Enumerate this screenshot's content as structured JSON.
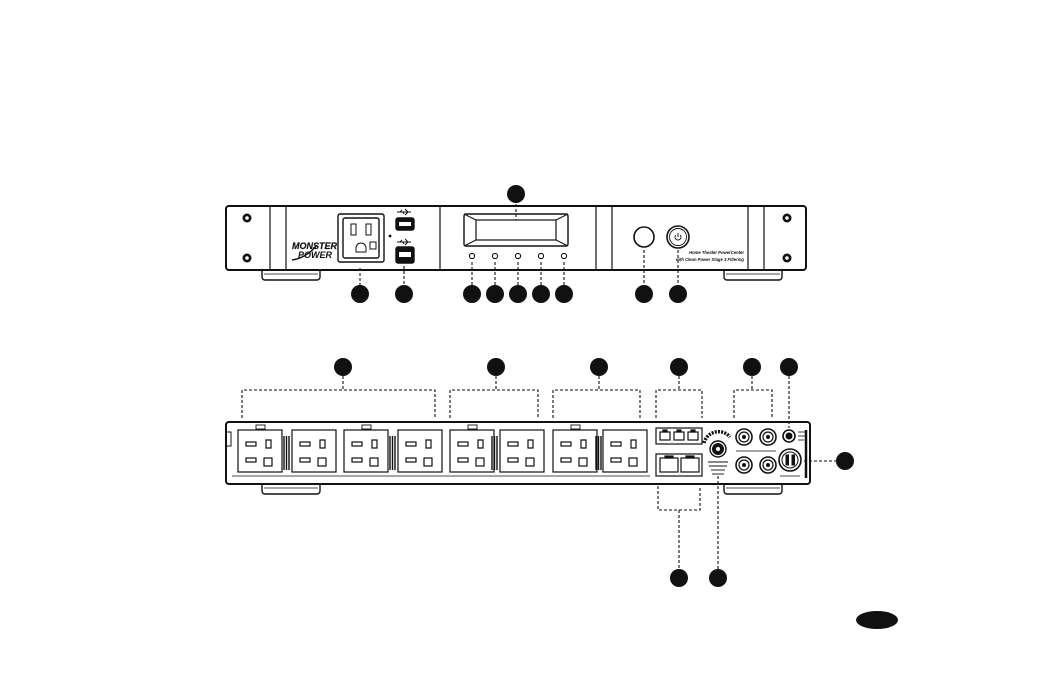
{
  "front_panel": {
    "brand_line1": "MONSTER",
    "brand_line2": "POWER",
    "caption_line1": "Home Theater PowerCenter",
    "caption_line2": "with Clean Power Stage 3 Filtering"
  },
  "page_badge": "",
  "colors": {
    "ink": "#111111",
    "panel": "#ffffff",
    "badge": "#111111"
  },
  "icons": [
    "usb-icon",
    "power-icon",
    "outlet-icon",
    "coax-jack-icon",
    "phone-jack-icon",
    "ground-screw-icon",
    "breaker-icon"
  ]
}
